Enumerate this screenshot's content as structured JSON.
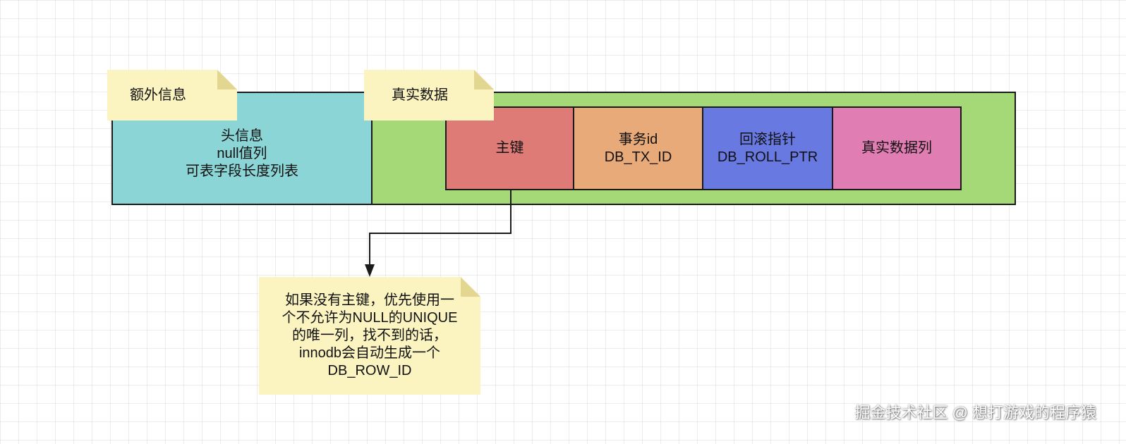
{
  "header_box": {
    "lines": [
      "头信息",
      "null值列",
      "可表字段长度列表"
    ],
    "color": "#8cd5d7"
  },
  "data_box": {
    "color": "#a5d877"
  },
  "columns": [
    {
      "lines": [
        "主键"
      ],
      "color": "#de7b76"
    },
    {
      "lines": [
        "事务id",
        "DB_TX_ID"
      ],
      "color": "#e8aa78"
    },
    {
      "lines": [
        "回滚指针",
        "DB_ROLL_PTR"
      ],
      "color": "#6879e2"
    },
    {
      "lines": [
        "真实数据列"
      ],
      "color": "#e07db2"
    }
  ],
  "notes": {
    "extra_info": "额外信息",
    "real_data": "真实数据",
    "primary_key_note": [
      "如果没有主键，优先使用一",
      "个不允许为NULL的UNIQUE",
      "的唯一列，找不到的话，",
      "innodb会自动生成一个",
      "DB_ROW_ID"
    ],
    "note_color": "#fbf4c0"
  },
  "watermark": "掘金技术社区 @ 想打游戏的程序猿"
}
